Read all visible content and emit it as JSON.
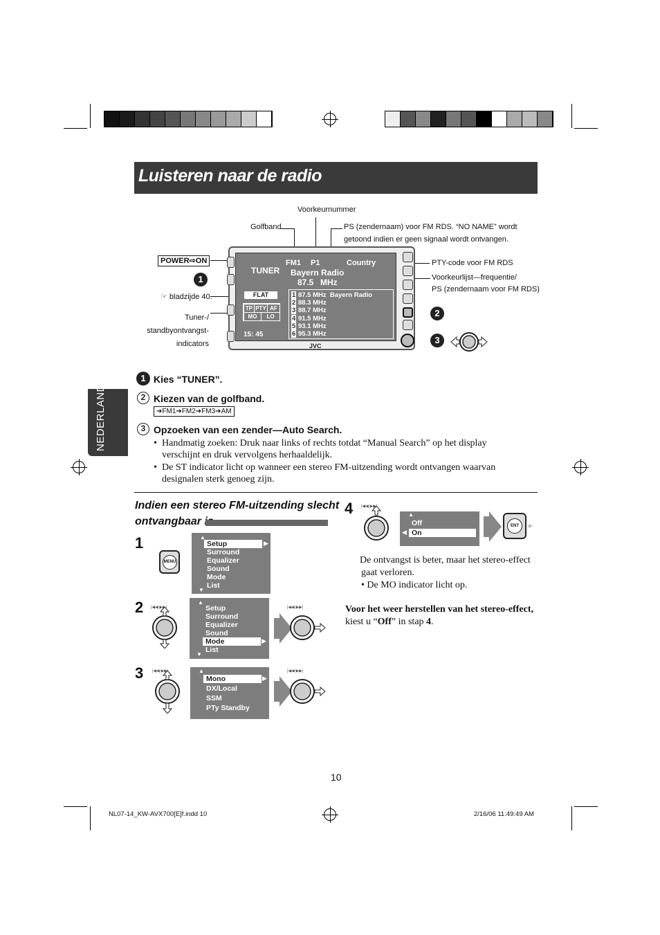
{
  "title": "Luisteren naar de radio",
  "side_tab": "NEDERLANDS",
  "diagram": {
    "labels": {
      "voorkeurnummer": "Voorkeurnummer",
      "golfband": "Golfband",
      "ps_line1": "PS (zendernaam) voor FM RDS. “NO NAME” wordt",
      "ps_line2": "getoond indien er geen signaal wordt ontvangen.",
      "pty": "PTY-code voor FM RDS",
      "voorkeurlijst_line1": "Voorkeurlijst—frequentie/",
      "voorkeurlijst_line2": "PS (zendernaam voor FM RDS)",
      "power": "POWER",
      "power_on": "ON",
      "bladzijde": "bladzijde 40.",
      "tuner_ind_line1": "Tuner-/",
      "tuner_ind_line2": "standbyontvangst-",
      "tuner_ind_line3": "indicators"
    },
    "screen": {
      "source": "TUNER",
      "band": "FM1",
      "preset": "P1",
      "pty": "Country",
      "station": "Bayern Radio",
      "freq": "87.5",
      "unit": "MHz",
      "eq": "FLAT",
      "indicators": [
        "TP",
        "PTY",
        "AF",
        "MO",
        "LO"
      ],
      "clock": "15: 45",
      "presets": [
        {
          "n": "1",
          "freq": "87.5 MHz",
          "name": "Bayern Radio"
        },
        {
          "n": "2",
          "freq": "88.3 MHz",
          "name": ""
        },
        {
          "n": "3",
          "freq": "88.7 MHz",
          "name": ""
        },
        {
          "n": "4",
          "freq": "91.5 MHz",
          "name": ""
        },
        {
          "n": "5",
          "freq": "93.1 MHz",
          "name": ""
        },
        {
          "n": "6",
          "freq": "95.3 MHz",
          "name": ""
        }
      ],
      "brand": "JVC"
    }
  },
  "steps": {
    "s1": "Kies “TUNER”.",
    "s2": "Kiezen van de golfband.",
    "bands": [
      "FM1",
      "FM2",
      "FM3",
      "AM"
    ],
    "s3": "Opzoeken van een zender—Auto Search.",
    "bullet1_line1": "Handmatig zoeken: Druk naar links of rechts totdat “Manual Search” op het display",
    "bullet1_line2": "verschijnt en druk vervolgens herhaaldelijk.",
    "bullet2_line1": "De ST indicator licht op wanneer een stereo FM-uitzending wordt ontvangen waarvan",
    "bullet2_line2": "designalen sterk genoeg zijn."
  },
  "stereo_section": {
    "heading_line1": "Indien een stereo FM-uitzending slecht",
    "heading_line2": "ontvangbaar is",
    "menu_label": "MENU",
    "ent_label": "ENT",
    "menu1": [
      "Setup",
      "Surround",
      "Equalizer",
      "Sound",
      "Mode",
      "List"
    ],
    "menu2": [
      "Setup",
      "Surround",
      "Equalizer",
      "Sound",
      "Mode",
      "List"
    ],
    "menu3": [
      "Mono",
      "DX/Local",
      "SSM",
      "PTy Standby"
    ],
    "menu4": [
      "Off",
      "On"
    ],
    "note_line1": "De ontvangst is beter, maar het stereo-effect",
    "note_line2": "gaat verloren.",
    "note_bullet": "De MO indicator licht op.",
    "restore_bold": "Voor het weer herstellen van het stereo-effect,",
    "restore_pre": "kiest u “",
    "restore_off": "Off",
    "restore_mid": "” in stap ",
    "restore_step": "4",
    "restore_end": "."
  },
  "page_number": "10",
  "footer_left": "NL07-14_KW-AVX700[E]f.indd   10",
  "footer_right": "2/16/06   11:49:49 AM"
}
